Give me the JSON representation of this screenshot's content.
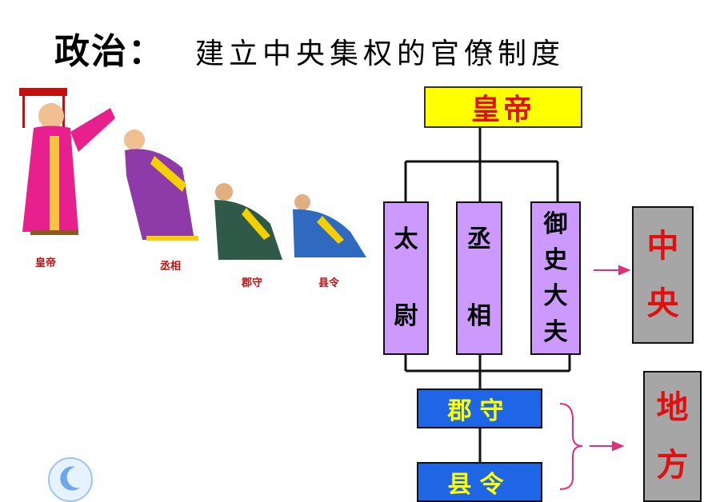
{
  "title": {
    "main": "政治：",
    "sub": "建立中央集权的官僚制度"
  },
  "figures": [
    {
      "label": "皇帝"
    },
    {
      "label": "丞相"
    },
    {
      "label": "郡守"
    },
    {
      "label": "县令"
    }
  ],
  "chart": {
    "emperor": "皇帝",
    "central_officials": [
      {
        "lines": [
          "太",
          "尉"
        ]
      },
      {
        "lines": [
          "丞",
          "相"
        ]
      },
      {
        "lines": [
          "御",
          "史",
          "大",
          "夫"
        ]
      }
    ],
    "local_officials": [
      "郡守",
      "县令"
    ],
    "central_label": [
      "中",
      "央"
    ],
    "local_label": [
      "地",
      "方"
    ]
  },
  "colors": {
    "emperor_bg": "#ffff00",
    "emperor_text": "#e01010",
    "central_box_bg": "#cc99ff",
    "local_box_bg": "#1e66e6",
    "local_box_text": "#ffff00",
    "category_bg": "#a6a6a6",
    "category_text": "#e01010",
    "arrow": "#e0307a"
  }
}
